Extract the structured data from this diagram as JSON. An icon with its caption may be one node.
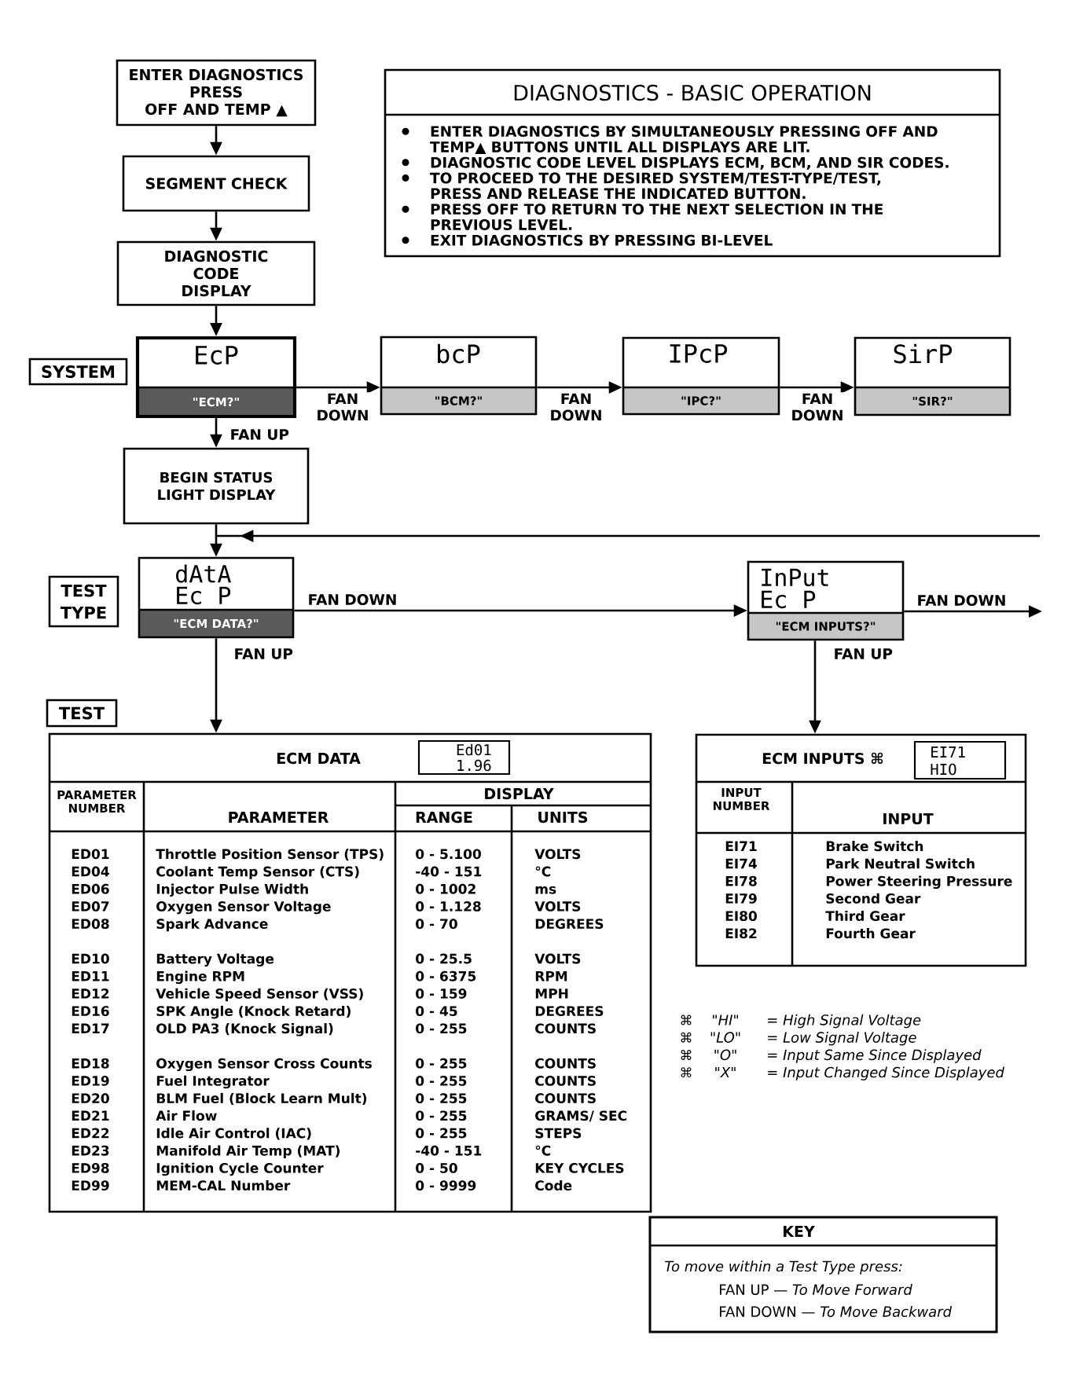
{
  "diagram": {
    "nodes": [
      {
        "text": [
          "ENTER DIAGNOSTICS PRESS OFF AND TEMP ▲"
        ]
      },
      {
        "text": [
          "DIAGNOSTICS - BASIC OPERATION",
          "ENTER DIAGNOSTICS BY SIMULTANEOUSLY PRESSING OFF AND TEMP▲ BUTTONS UNTIL ALL DISPLAYS ARE LIT.",
          "DIAGNOSTIC CODE LEVEL DISPLAYS ECM, BCM, AND SIR CODES.",
          "TO PROCEED TO THE DESIRED SYSTEM/TEST-TYPE/TEST, PRESS AND RELEASE THE INDICATED BUTTON.",
          "PRESS OFF TO RETURN TO THE NEXT SELECTION IN THE PREVIOUS LEVEL.",
          "EXIT DIAGNOSTICS BY PRESSING BI-LEVEL"
        ]
      },
      {
        "text": [
          "SEGMENT CHECK"
        ]
      },
      {
        "text": [
          "DIAGNOSTIC CODE DISPLAY"
        ]
      },
      {
        "text": [
          "SYSTEM"
        ]
      },
      {
        "text": [
          "EcP",
          "\"ECM?\""
        ]
      },
      {
        "text": [
          "bcP",
          "\"BCM?\""
        ]
      },
      {
        "text": [
          "IPcP",
          "\"IPC?\""
        ]
      },
      {
        "text": [
          "SirP",
          "\"SIR?\""
        ]
      },
      {
        "text": [
          "BEGIN STATUS LIGHT DISPLAY"
        ]
      },
      {
        "text": [
          "TEST TYPE"
        ]
      },
      {
        "text": [
          "dAtA",
          "Ec P",
          "\"ECM DATA?\""
        ]
      },
      {
        "text": [
          "InPut",
          "Ec P",
          "\"ECM INPUTS?\""
        ]
      },
      {
        "text": [
          "TEST"
        ]
      },
      {
        "text": [
          "ECM DATA"
        ]
      },
      {
        "text": [
          "Ed01",
          "1.96"
        ],
        "in": 14
      },
      {
        "text": [
          "ECM INPUTS ⌘"
        ]
      },
      {
        "text": [
          "EI71",
          "HIO"
        ],
        "in": 16
      },
      {
        "text": [
          "KEY",
          "To move within a Test Type press:",
          "FAN UP — *To Move Forward*",
          "FAN DOWN — *To Move Backward*"
        ]
      }
    ],
    "edges": [
      {
        "from": 0,
        "to": 2,
        "arrow": "to"
      },
      {
        "from": 2,
        "to": 3,
        "arrow": "to"
      },
      {
        "from": 3,
        "to": 5,
        "arrow": "to"
      },
      {
        "from": 5,
        "to": 6,
        "arrow": "to",
        "label": "FAN DOWN"
      },
      {
        "from": 6,
        "to": 7,
        "arrow": "to",
        "label": "FAN DOWN"
      },
      {
        "from": 7,
        "to": 8,
        "arrow": "to",
        "label": "FAN DOWN"
      },
      {
        "from": 5,
        "to": 9,
        "arrow": "to",
        "label": "FAN UP"
      },
      {
        "from": 9,
        "to": 11,
        "arrow": "to"
      },
      {
        "from": null,
        "to": 11,
        "arrow": "to"
      },
      {
        "from": 11,
        "to": 12,
        "arrow": "to",
        "label": "FAN DOWN"
      },
      {
        "from": 12,
        "to": null,
        "arrow": "to",
        "label": "FAN DOWN"
      },
      {
        "from": 11,
        "to": 14,
        "arrow": "to",
        "label": "FAN UP"
      },
      {
        "from": 12,
        "to": 16,
        "arrow": "to",
        "label": "FAN UP"
      }
    ],
    "labels": [
      "PARAMETER NUMBER",
      "PARAMETER",
      "DISPLAY",
      "RANGE",
      "UNITS",
      "ED01",
      "Throttle Position Sensor (TPS)",
      "0 - 5.100",
      "VOLTS",
      "ED04",
      "Coolant Temp Sensor (CTS)",
      "-40 - 151",
      "°C",
      "ED06",
      "Injector Pulse Width",
      "0 - 1002",
      "ms",
      "ED07",
      "Oxygen Sensor Voltage",
      "0 - 1.128",
      "VOLTS",
      "ED08",
      "Spark Advance",
      "0 - 70",
      "DEGREES",
      "ED10",
      "Battery Voltage",
      "0 - 25.5",
      "VOLTS",
      "ED11",
      "Engine RPM",
      "0 - 6375",
      "RPM",
      "ED12",
      "Vehicle Speed Sensor (VSS)",
      "0 - 159",
      "MPH",
      "ED16",
      "SPK Angle (Knock Retard)",
      "0 - 45",
      "DEGREES",
      "ED17",
      "OLD PA3 (Knock Signal)",
      "0 - 255",
      "COUNTS",
      "ED18",
      "Oxygen Sensor Cross Counts",
      "0 - 255",
      "COUNTS",
      "ED19",
      "Fuel Integrator",
      "0 - 255",
      "COUNTS",
      "ED20",
      "BLM Fuel (Block Learn Mult)",
      "0 - 255",
      "COUNTS",
      "ED21",
      "Air Flow",
      "0 - 255",
      "GRAMS/ SEC",
      "ED22",
      "Idle Air Control (IAC)",
      "0 - 255",
      "STEPS",
      "ED23",
      "Manifold Air Temp (MAT)",
      "-40 - 151",
      "°C",
      "ED98",
      "Ignition Cycle Counter",
      "0 - 50",
      "KEY CYCLES",
      "ED99",
      "MEM-CAL Number",
      "0 - 9999",
      "Code",
      "INPUT NUMBER",
      "INPUT",
      "EI71",
      "Brake Switch",
      "EI74",
      "Park Neutral Switch",
      "EI78",
      "Power Steering Pressure",
      "EI79",
      "Second Gear",
      "EI80",
      "Third Gear",
      "EI82",
      "Fourth Gear",
      "⌘",
      "\"HI\"",
      "= High Signal Voltage",
      "⌘",
      "\"LO\"",
      "= Low Signal Voltage",
      "⌘",
      "\"O\"",
      "= Input Same Since Displayed",
      "⌘",
      "\"X\"",
      "= Input Changed Since Displayed"
    ]
  }
}
